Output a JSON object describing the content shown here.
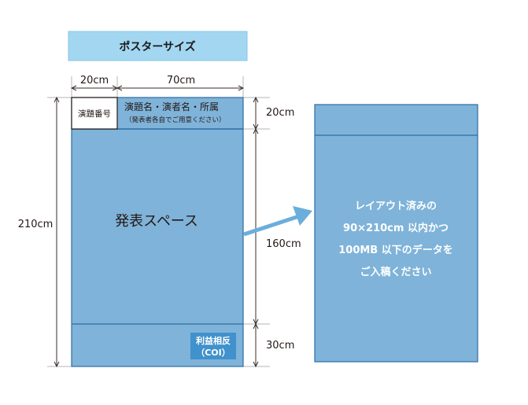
{
  "title": "ポスターサイズ",
  "dimensions": {
    "number_width": "20cm",
    "title_width": "70cm",
    "total_height": "210cm",
    "header_height": "20cm",
    "body_height": "160cm",
    "footer_height": "30cm"
  },
  "poster": {
    "number_label": "演題番号",
    "title_label": "演題名・演者名・所属",
    "title_note": "（発表者各自でご用意ください）",
    "body_label": "発表スペース",
    "coi_line1": "利益相反",
    "coi_line2": "（COI）"
  },
  "submission": {
    "lines": [
      "レイアウト済みの",
      "90×210cm 以内かつ",
      "100MB 以下のデータを",
      "ご入稿ください"
    ]
  },
  "colors": {
    "poster_fill": "#7fb3d9",
    "poster_border": "#2b6da3",
    "coi_fill": "#4191cc",
    "title_fill": "#a3d7f1",
    "arrow": "#6aaedc"
  }
}
